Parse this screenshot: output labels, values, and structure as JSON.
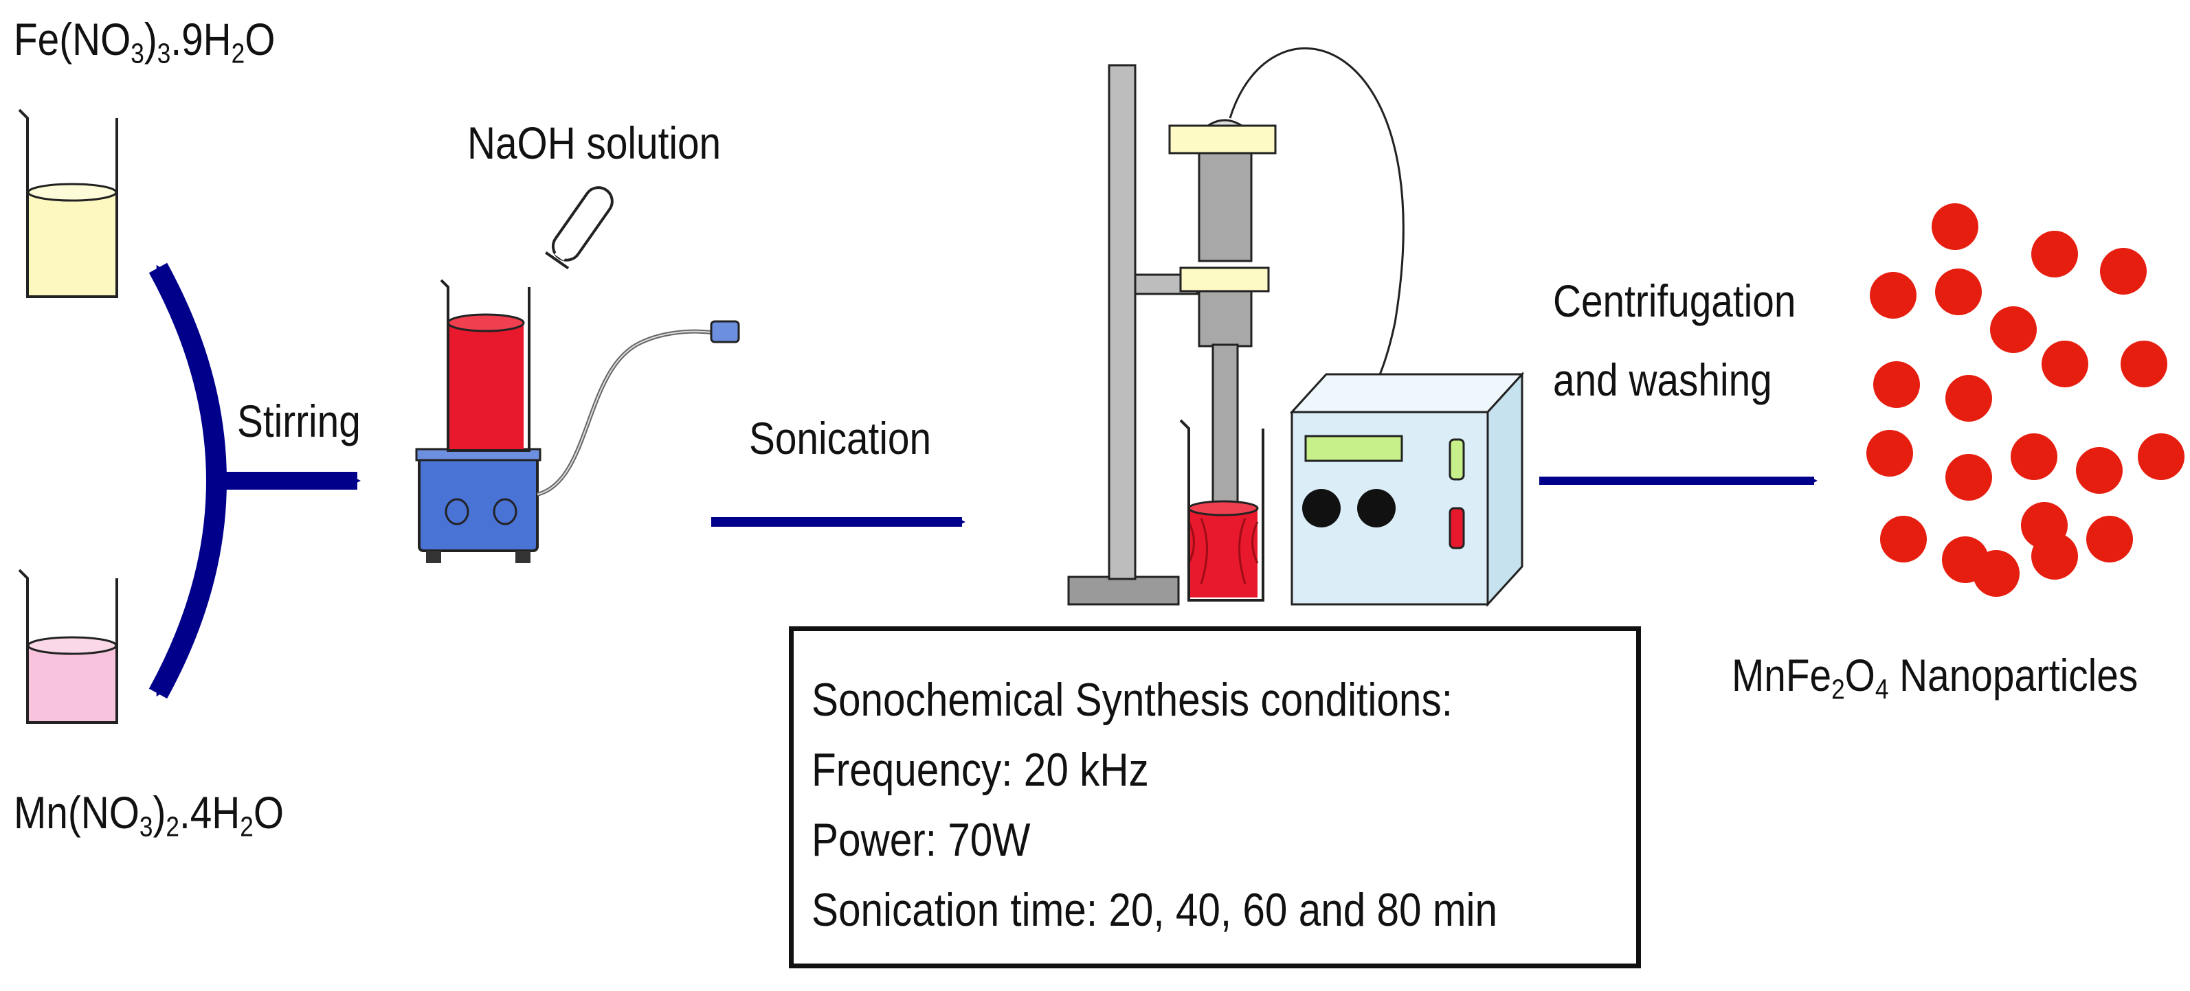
{
  "reagents": {
    "fe_label": {
      "pre": "Fe(NO",
      "s1": "3",
      "mid": ")",
      "s2": "3",
      "post": ".9H",
      "s3": "2",
      "end": "O"
    },
    "mn_label": {
      "pre": "Mn(NO",
      "s1": "3",
      "mid": ")",
      "s2": "2",
      "post": ".4H",
      "s3": "2",
      "end": "O"
    },
    "fe_solution_color": "#fdf7c0",
    "mn_solution_color": "#f8c3dc"
  },
  "steps": {
    "stirring": "Stirring",
    "naoh": "NaOH solution",
    "sonication": "Sonication",
    "centrifugation_line1": "Centrifugation",
    "centrifugation_line2": "and washing"
  },
  "conditions": {
    "title": "Sonochemical Synthesis conditions:",
    "frequency": "Frequency: 20 kHz",
    "power": "Power: 70W",
    "time": "Sonication time: 20, 40, 60 and 80 min"
  },
  "product": {
    "label_pre": "MnFe",
    "s1": "2",
    "label_mid": "O",
    "s2": "4",
    "label_post": " Nanoparticles"
  },
  "colors": {
    "arrow": "#00008b",
    "reaction_mixture": "#e8192c",
    "nanoparticle": "#e61e10",
    "stirrer_body": "#4a73d6",
    "generator_body": "#dbeef7",
    "display": "#c7f08a",
    "clamp": "#fdfac6",
    "stand": "#9a9a9a",
    "indicator_green": "#c7f08a",
    "indicator_red": "#e8192c"
  }
}
